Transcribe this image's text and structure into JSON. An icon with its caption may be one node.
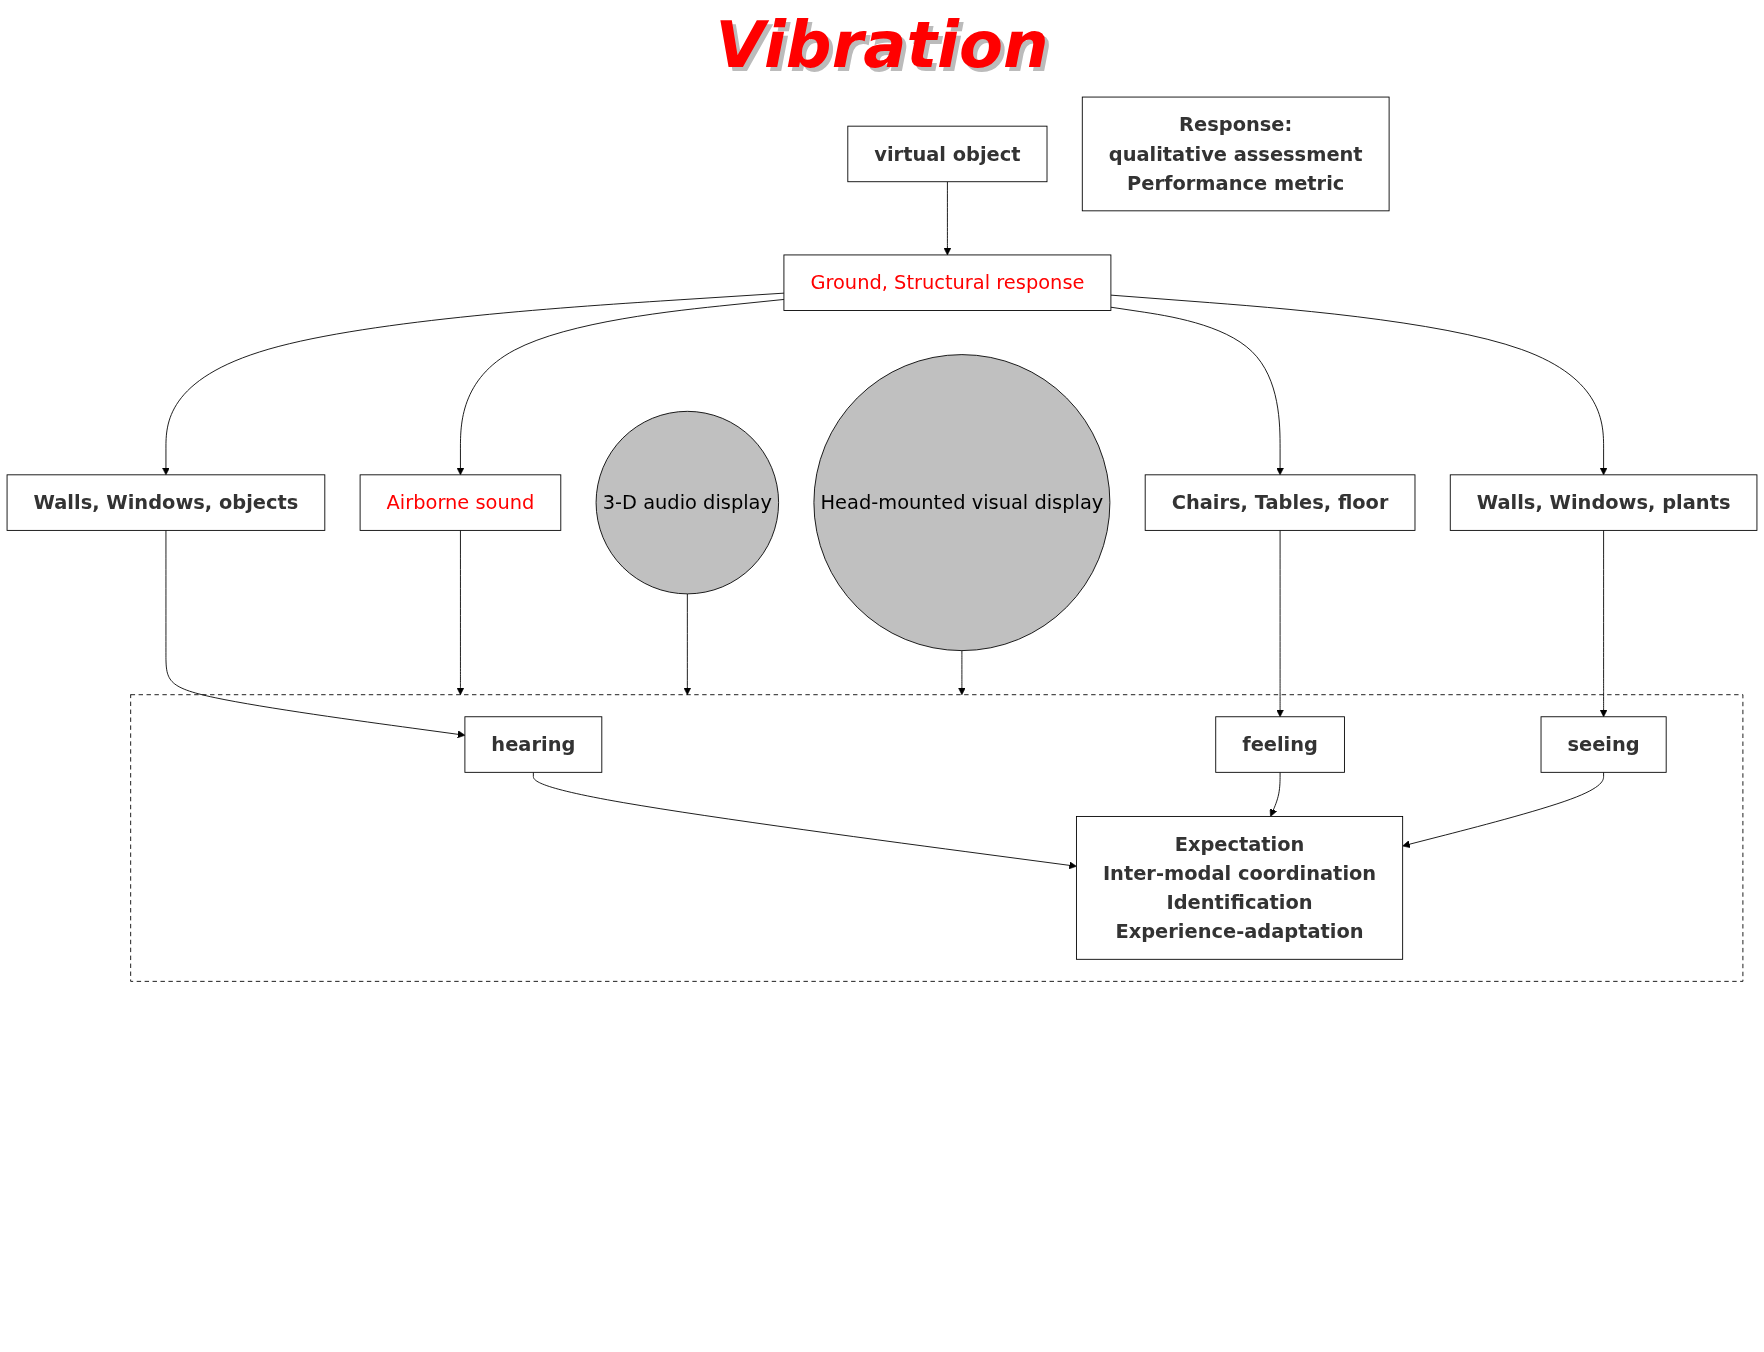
{
  "diagram": {
    "nodes": [
      {
        "text": [
          "virtual object"
        ]
      },
      {
        "text": [
          "Ground, Structural response"
        ]
      },
      {
        "text": [
          "Airborne sound"
        ]
      },
      {
        "text": [
          "Walls, Windows, objects"
        ]
      },
      {
        "text": [
          "Chairs, Tables, floor"
        ]
      },
      {
        "text": [
          "Walls, Windows, plants"
        ]
      },
      {
        "text": [],
        "shape": "box"
      },
      {
        "text": [
          "3-D audio display"
        ]
      },
      {
        "text": [
          "hearing"
        ],
        "in": 6
      },
      {
        "text": [
          "feeling"
        ],
        "in": 6
      },
      {
        "text": [
          "seeing"
        ],
        "in": 6
      },
      {
        "text": [
          "Head-mounted visual display"
        ]
      },
      {
        "text": [
          "Expectation",
          "Inter-modal coordination",
          "Identification",
          "Experience-adaptation"
        ],
        "in": 6
      },
      {
        "text": [
          "Response:",
          "qualitative assessment",
          "Performance metric"
        ]
      }
    ],
    "edges": [
      {
        "from": 0,
        "to": 1,
        "arrow": "to"
      },
      {
        "from": 1,
        "to": 2,
        "arrow": "to"
      },
      {
        "from": 1,
        "to": 3,
        "arrow": "to"
      },
      {
        "from": 1,
        "to": 4,
        "arrow": "to"
      },
      {
        "from": 1,
        "to": 5,
        "arrow": "to"
      },
      {
        "from": 2,
        "to": 6,
        "arrow": "to"
      },
      {
        "from": 7,
        "to": 6,
        "arrow": "to"
      },
      {
        "from": 11,
        "to": 6,
        "arrow": "to"
      },
      {
        "from": 3,
        "to": 8,
        "arrow": "to"
      },
      {
        "from": 4,
        "to": 9,
        "arrow": "to"
      },
      {
        "from": 5,
        "to": 10,
        "arrow": "to"
      },
      {
        "from": 8,
        "to": 12,
        "arrow": "to"
      },
      {
        "from": 9,
        "to": 12,
        "arrow": "to"
      },
      {
        "from": 10,
        "to": 12,
        "arrow": "to"
      }
    ],
    "labels": [
      "Vibration"
    ]
  }
}
